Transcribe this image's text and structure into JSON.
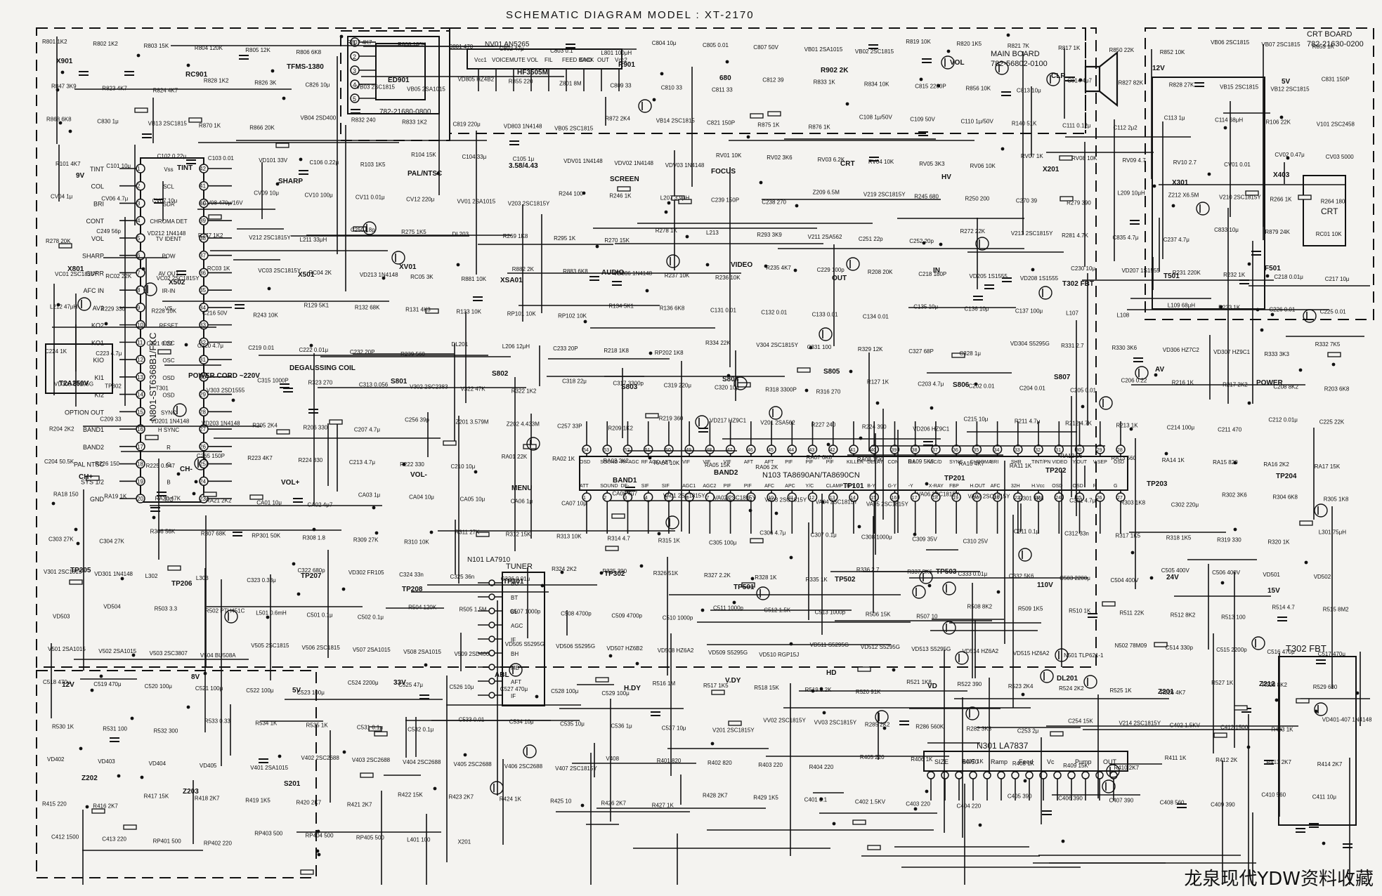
{
  "title": "SCHEMATIC DIAGRAM   MODEL : XT-2170",
  "watermark": "龙泉现代YDW资料收藏",
  "boards": {
    "main": {
      "name": "MAIN BOARD",
      "part": "782-56802-0100"
    },
    "crt": {
      "name": "CRT BOARD",
      "part": "782-21630-0200"
    },
    "remote": {
      "part": "782-21680-0800"
    }
  },
  "ics": {
    "micro": {
      "ref": "N801-ST6368B1/FKC",
      "left_pins": [
        "TINT",
        "COL",
        "BRI",
        "CONT",
        "VOL",
        "SHARP",
        "SURR",
        "AFC IN",
        "AV2",
        "KO2",
        "KO1",
        "KIO",
        "KI1",
        "KI2",
        "OPTION OUT",
        "BAND1",
        "BAND2",
        "PAL NTSC",
        "SYS 1/2",
        "GND"
      ],
      "left_nums": [
        "1",
        "2",
        "3",
        "4",
        "5",
        "6",
        "7",
        "8",
        "9",
        "10",
        "11",
        "12",
        "13",
        "14",
        "15",
        "16",
        "17",
        "18",
        "19",
        "20"
      ],
      "right_pins": [
        "Vss",
        "SCL",
        "SDA",
        "CHROMA DET",
        "TV IDENT",
        "POW",
        "AV OUT",
        "IR-IN",
        "VS",
        "RESET",
        "OSC",
        "OSC",
        "OSD",
        "OSD",
        "SYNC",
        "H SYNC",
        "R",
        "G",
        "B",
        "Y/C"
      ],
      "right_nums": [
        "42",
        "41",
        "40",
        "39",
        "38",
        "37",
        "36",
        "35",
        "34",
        "33",
        "32",
        "31",
        "30",
        "29",
        "28",
        "27",
        "26",
        "25",
        "24",
        "23"
      ]
    },
    "audio": {
      "ref": "NV01 AN5265",
      "pins": [
        "Vcc1",
        "VOICE",
        "MUTE",
        "VOL",
        "FIL",
        "FEED BACK",
        "GND",
        "OUT",
        "Vcc2"
      ]
    },
    "video": {
      "ref": "N103  TA8690AN/TA8690CN",
      "top_nums": [
        "54",
        "53",
        "52",
        "51",
        "50",
        "49",
        "48",
        "47",
        "46",
        "45",
        "44",
        "43",
        "42",
        "41",
        "40",
        "39",
        "38",
        "37",
        "36",
        "35",
        "34",
        "33",
        "32",
        "31",
        "30",
        "29",
        "28"
      ],
      "top_pins": [
        "OSD",
        "SOUND",
        "RF AGC",
        "RF AGC",
        "AFT",
        "VIF",
        "VIF",
        "VIF",
        "AFT",
        "AFT",
        "PIF",
        "PIF",
        "PIF",
        "KILLER",
        "DELAY",
        "CON",
        "D.L",
        "V/C/D",
        "SYNC",
        "CHROMA",
        "BRI",
        "SHR",
        "TINT/PN",
        "VIDEO",
        "Y.OUT",
        "V.SEP",
        "OSD"
      ],
      "bottom_nums": [
        "1",
        "2",
        "3",
        "4",
        "5",
        "6",
        "7",
        "8",
        "9",
        "10",
        "11",
        "12",
        "13",
        "14",
        "15",
        "16",
        "17",
        "18",
        "19",
        "20",
        "21",
        "22",
        "23",
        "24",
        "25",
        "26",
        "27"
      ],
      "bottom_pins": [
        "ATT",
        "SOUND",
        "DE-",
        "SIF",
        "SIF",
        "AGC1",
        "AGC2",
        "PIF",
        "PIF",
        "AFC",
        "APC",
        "Y/C",
        "CLAMP",
        "R-Y",
        "B-Y",
        "G-Y",
        "-Y",
        "X-RAY",
        "FBP",
        "H.OUT",
        "AFC",
        "32H",
        "H.Vcc",
        "OSD",
        "OSD",
        "R",
        "G"
      ]
    },
    "vertical": {
      "ref": "N301 LA7837",
      "pins": [
        "SIZE",
        "60/50",
        "Ramp",
        "Feed",
        "Vc",
        "Pump",
        "OUT"
      ]
    },
    "tuner": {
      "ref": "N101 LA7910",
      "name": "TUNER",
      "pins": [
        "BU",
        "BT",
        "BL",
        "AGC",
        "IF",
        "BH",
        "MB",
        "AFT",
        "IF"
      ]
    }
  },
  "labels": [
    "X901",
    "RC901",
    "TFMS-1380",
    "ED901",
    "HF3505M",
    "R901",
    "680",
    "R902 2K",
    "VOL",
    "CLR",
    "12V",
    "5V",
    "9V",
    "TINT",
    "SHARP",
    "PAL/NTSC",
    "3.58/4.43",
    "SCREEN",
    "FOCUS",
    "CRT",
    "HV",
    "X201",
    "X301",
    "X403",
    "X801",
    "X502",
    "X501",
    "XV01",
    "XSA01",
    "AUDIO",
    "VIDEO",
    "OUT",
    "IN",
    "T302 FBT",
    "T501",
    "F501",
    "T2A250V",
    "POWER CORD ~220V",
    "DEGAUSSING COIL",
    "S801",
    "S802",
    "S803",
    "S804",
    "S805",
    "S806",
    "S807",
    "AV",
    "POWER",
    "CH+",
    "CH-",
    "VOL+",
    "VOL-",
    "MENU",
    "BAND1",
    "BAND2",
    "TP101",
    "TP201",
    "TP202",
    "TP203",
    "TP204",
    "TP205",
    "TP206",
    "TP207",
    "TP208",
    "TP301",
    "TP302",
    "TP501",
    "TP502",
    "TP503",
    "110V",
    "24V",
    "15V",
    "12V",
    "8V",
    "5V",
    "33V",
    "ABL",
    "H.DY",
    "V.DY",
    "HD",
    "VD",
    "DL201",
    "Z201",
    "Z212",
    "Z202",
    "Z203",
    "S201"
  ],
  "components": [
    "R801 1K2",
    "R802 1K2",
    "R803 15K",
    "R804 120K",
    "R805 12K",
    "R806 6K8",
    "R807 4K7",
    "R808 180K",
    "C801 470",
    "C802 47μ",
    "C803 0.1",
    "L801 100μH",
    "C804 10μ",
    "C805 0.01",
    "C807 50V",
    "VB01 2SA1015",
    "VB02 2SC1815",
    "R819 10K",
    "R820 1K5",
    "R821 7K",
    "R817 1K",
    "R850 22K",
    "R852 10K",
    "VB06 2SC1815",
    "VB07 2SC1815",
    "R853 1K",
    "R847 3K9",
    "R823 4K7",
    "R824 4K7",
    "R828 1K2",
    "R826 3K",
    "C826 10μ",
    "VB03 2SC1815",
    "VB05 2SA1015",
    "VD805 HZ4B2",
    "R855 220",
    "Z801 8M",
    "C809 33",
    "C810 33",
    "C811 33",
    "C812 39",
    "R833 1K",
    "R834 10K",
    "C815 2200P",
    "R856 10K",
    "C813 10μ",
    "C814 4μ7",
    "R827 82K",
    "R828 27K",
    "VB15 2SC1815",
    "VB12 2SC1815",
    "C831 150P",
    "R868 6K8",
    "C830 1μ",
    "VB13 2SC1815",
    "R870 1K",
    "R866 20K",
    "VB04 2SD400",
    "R832 240",
    "R833 1K2",
    "C819 220μ",
    "VD803 1N4148",
    "VB05 2SC1815",
    "R872 2K4",
    "VB14 2SC1815",
    "C821 150P",
    "R875 1K",
    "R876 1K",
    "C108 1μ/50V",
    "C109 50V",
    "C110 1μ/50V",
    "R140 51K",
    "C111 0.12μ",
    "C112 2μ2",
    "C113 1μ",
    "C114 68μH",
    "R106 22K",
    "V101 2SC2458",
    "R101 4K7",
    "C101 10μ",
    "C102 0.22μ",
    "C103 0.01",
    "VD101 33V",
    "C106 0.22μ",
    "R103 1K5",
    "R104 15K",
    "C104 33μ",
    "C105 1μ",
    "VDV01 1N4148",
    "VDV02 1N4148",
    "VDV03 1N4148",
    "RV01 10K",
    "RV02 3K6",
    "RV03 6.2K",
    "RV04 10K",
    "RV05 3K3",
    "RV06 10K",
    "RV07 1K",
    "RV08 10K",
    "RV09 4.7",
    "RV10 2.7",
    "CV01 0.01",
    "CV02 0.47μ",
    "CV03 5000",
    "CV04 1μ",
    "CV06 4.7μ",
    "CV07 10μ",
    "CV08 470μ/16V",
    "CV09 10μ",
    "CV10 100μ",
    "CV11 0.01μ",
    "CV12 220μ",
    "VV01 2SA1015",
    "V203 2SC1815Y",
    "R244 100",
    "R246 1K",
    "L207 3.9μH",
    "C239 150P",
    "C238 270",
    "Z209 6.5M",
    "V219 2SC1815Y",
    "R245 680",
    "R250 200",
    "C270 39",
    "R279 390",
    "L209 10μH",
    "Z212 X6.5M",
    "V210 2SC1815Y",
    "R266 1K",
    "R264 180",
    "R278 20K",
    "C249 56p",
    "VD212 1N4148",
    "R277 1K2",
    "V212 2SC1815Y",
    "L211 33μH",
    "C250 18p",
    "R275 1K5",
    "DL203",
    "R269 1K8",
    "R295 1K",
    "R270 15K",
    "R278 1K",
    "L213",
    "R293 3K9",
    "V211 2SA562",
    "C251 22p",
    "C252 20p",
    "R272 22K",
    "V213 2SC1815Y",
    "R281 4.7K",
    "C835 4.7μ",
    "C237 4.7μ",
    "C833 10μ",
    "R879 24K",
    "RC01 10K",
    "VC01 2SC1815Y",
    "RC02 22K",
    "VC02 2SC1815Y",
    "RC03 1K",
    "VC03 2SC1815Y",
    "RC04 2K",
    "VD213 1N4148",
    "RC05 3K",
    "R881 10K",
    "R882 2K",
    "R883 6K8",
    "VD806 1N4148",
    "R237 10K",
    "R236 10K",
    "R235 4K7",
    "C229 100p",
    "R208 20K",
    "C218 180P",
    "VD205 1S1555",
    "VD208 1S1555",
    "C230 10μ",
    "VD207 1S1555",
    "R231 220K",
    "R232 1K",
    "C218 0.01μ",
    "C217 10μ",
    "L212 47μH",
    "R229 330",
    "R228 10K",
    "C216 50V",
    "R243 10K",
    "R129 5K1",
    "R132 68K",
    "R131 4K3",
    "R133 10K",
    "RP101 10K",
    "RP102 10K",
    "R134 5K1",
    "R136 6K8",
    "C131 0.01",
    "C132 0.01",
    "C133 0.01",
    "C134 0.01",
    "C135 10μ",
    "C136 10μ",
    "C137 100μ",
    "L107",
    "L108",
    "L109 68μH",
    "R233 1K",
    "C226 0.01",
    "C225 0.01",
    "C224 1K",
    "C223 4.7μ",
    "C221 0.22",
    "C220 4.7μ",
    "C219 0.01",
    "C222 0.01μ",
    "C232 20P",
    "R239 560",
    "DL201",
    "L206 12μH",
    "C233 20P",
    "R218 1K8",
    "RP202 1K8",
    "R334 22K",
    "V304 2SC1815Y",
    "C331 100",
    "R329 12K",
    "C327 68P",
    "C328 1μ",
    "VD304 S5295G",
    "R331 2.7",
    "R330 3K6",
    "VD306 HZ7C2",
    "VD307 HZ9C1",
    "R333 3K3",
    "R332 7K5",
    "VD305 S5295G",
    "TP302",
    "T301",
    "V303 2SD1555",
    "C315 1000P",
    "R323 270",
    "C313 0.056",
    "V302 2SC2383",
    "V322 47K",
    "R322 1K2",
    "C318 22μ",
    "C317 3300p",
    "C319 220μ",
    "C320 10μ",
    "R318 3300P",
    "R316 270",
    "R127 1K",
    "C203 4.7μ",
    "C202 0.01",
    "C204 0.01",
    "C205 0.01",
    "C206 0.22",
    "R216 1K",
    "R217 2K2",
    "C208 8K2",
    "R203 6K8",
    "R204 2K2",
    "C209 33",
    "VD201 1N4148",
    "VD203 1N4148",
    "R205 2K4",
    "R206 330",
    "C207 4.7μ",
    "C256 39p",
    "Z201 3.579M",
    "Z202 4.433M",
    "C257 33P",
    "R209 1K2",
    "R219 360",
    "VD217 HZ9C1",
    "V201 2SA562",
    "R227 240",
    "R224 390",
    "VD206 HZ9C1",
    "C215 10μ",
    "R211 4.7μ",
    "R212 4.7K",
    "R213 1K",
    "C214 100μ",
    "C211 470",
    "C212 0.01μ",
    "C225 22K",
    "C204 50.5K",
    "R226 150",
    "R225 0.047",
    "C265 150P",
    "R223 4K7",
    "R224 330",
    "C213 4.7μ",
    "R222 330",
    "C210 10μ",
    "RA01 22K",
    "RA02 1K",
    "RA03 2K2",
    "RA04 10K",
    "RA05 15K",
    "RA06 2K",
    "RA07 6K8",
    "RA08 15K",
    "RA09 5K6",
    "RA10 4K7",
    "RA11 1K",
    "RA12 56",
    "RA13 560",
    "RA14 1K",
    "RA15 820",
    "RA16 2K2",
    "RA17 15K",
    "RA18 150",
    "RA19 1K",
    "RA20 47K",
    "RA21 2K2",
    "CA01 10μ",
    "CA02 4μ7",
    "CA03 1μ",
    "CA04 10μ",
    "CA05 10μ",
    "CA06 1μ",
    "CA07 10μ",
    "CA08 4μ7",
    "VA01 2SC1815Y",
    "VA02 2SC1815Y",
    "VA03 2SC1815Y",
    "VA04 2SC1815Y",
    "VA05 2SC1815Y",
    "VA06 2SC1815Y",
    "VA07 2SC1815Y",
    "R301 1K8",
    "C301 4.7μ",
    "R303 1K8",
    "C302 220μ",
    "R302 3K6",
    "R304 6K8",
    "R305 1K8",
    "C303 27K",
    "C304 27K",
    "R306 56K",
    "R307 68K",
    "RP301 50K",
    "R308 1.8",
    "R309 27K",
    "R310 10K",
    "R311 27K",
    "R312 15K",
    "R313 10K",
    "R314 4.7",
    "R315 1K",
    "C305 100μ",
    "C306 4.7μ",
    "C307 0.1μ",
    "C308 1000μ",
    "C309 35V",
    "C310 25V",
    "C311 0.1μ",
    "C312 33n",
    "R317 1K5",
    "R318 1K5",
    "R319 330",
    "R320 1K",
    "L301 75μH",
    "V301 2SC1815Y",
    "VD301 1N4148",
    "L302",
    "L303",
    "C323 0.33μ",
    "C322 680p",
    "VD302 FR105",
    "C324 33n",
    "C325 36n",
    "C326 0.01μ",
    "R324 2K2",
    "R325 390",
    "R326 51K",
    "R327 2.2K",
    "R328 1K",
    "R335 1K",
    "R336 2.7",
    "R337 5K6",
    "C333 0.01μ",
    "C332 5K6",
    "C503 2200μ",
    "C504 400V",
    "C505 400V",
    "C506 400V",
    "VD501",
    "VD502",
    "VD503",
    "VD504",
    "R503 3.3",
    "R502 PTH451C",
    "L501 0.6mH",
    "C501 0.1μ",
    "C502 0.1μ",
    "R504 120K",
    "R505 1.5M",
    "C507 1000p",
    "C508 4700p",
    "C509 4700p",
    "C510 1000p",
    "C511 1000p",
    "C512 1.5K",
    "C513 1000p",
    "R506 15K",
    "R507 10",
    "R508 8K2",
    "R509 1K5",
    "R510 1K",
    "R511 22K",
    "R512 8K2",
    "R513 100",
    "R514 4.7",
    "R515 8M2",
    "V501 2SA1015",
    "V502 2SA1015",
    "V503 2SC3807",
    "V504 BU508A",
    "V505 2SC1815",
    "V506 2SC1815",
    "V507 2SA1015",
    "V508 2SA1015",
    "V509 2SD400",
    "VD505 S5295G",
    "VD506 S5295G",
    "VD507 HZ6B2",
    "VD508 HZ6A2",
    "VD509 S5295G",
    "VD510 RGP15J",
    "VD511 S5295G",
    "VD512 S5295G",
    "VD513 S5295G",
    "VD514 HZ6A2",
    "VD515 HZ6A2",
    "N501 TLP621-1",
    "N502 78M09",
    "C514 330p",
    "C515 2200p",
    "C516 470μ",
    "C517 470μ",
    "C518 470μ",
    "C519 470μ",
    "C520 100μ",
    "C521 100μ",
    "C522 100μ",
    "C523 100μ",
    "C524 2200μ",
    "C525 47μ",
    "C526 10μ",
    "C527 470μ",
    "C528 100μ",
    "C529 100μ",
    "R516 1M",
    "R517 1K5",
    "R518 15K",
    "R519 8.2K",
    "R520 91K",
    "R521 1K8",
    "R522 390",
    "R523 2K4",
    "R524 2K2",
    "R525 1K",
    "R526 4K7",
    "R527 1K",
    "R528 8K2",
    "R529 680",
    "R530 1K",
    "R531 100",
    "R532 300",
    "R533 0.33",
    "R534 1K",
    "R535 1K",
    "C531 0.1μ",
    "C532 0.1μ",
    "C533 0.01",
    "C534 10μ",
    "C535 10μ",
    "C536 1μ",
    "C537 10μ",
    "V201 2SC1815Y",
    "VV02 2SC1815Y",
    "VV03 2SC1815Y",
    "R285 2K2",
    "R286 560K",
    "R282 3K3",
    "C253 2μ",
    "C254 15K",
    "V214 2SC1815Y",
    "C402 1.5KV",
    "C412 1500",
    "R433 1K",
    "VD401-407 1N4148",
    "VD402",
    "VD403",
    "VD404",
    "VD405",
    "V401 2SA1015",
    "V402 2SC2688",
    "V403 2SC2688",
    "V404 2SC2688",
    "V405 2SC2688",
    "V406 2SC2688",
    "V407 2SC1815Y",
    "V408",
    "R401 820",
    "R402 820",
    "R403 220",
    "R404 220",
    "R405 220",
    "R406 1K",
    "R407 1K",
    "R408 1K",
    "R409 15K",
    "R410 2K7",
    "R411 1K",
    "R412 2K",
    "R413 2K7",
    "R414 2K7",
    "R415 220",
    "R416 2K7",
    "R417 15K",
    "R418 2K7",
    "R419 1K5",
    "R420 2K7",
    "R421 2K7",
    "R422 15K",
    "R423 2K7",
    "R424 1K",
    "R425 10",
    "R426 2K7",
    "R427 1K",
    "R428 2K7",
    "R429 1K5",
    "C401 0.1",
    "C402 1.5KV",
    "C403 220",
    "C404 220",
    "C405 390",
    "C406 390",
    "C407 390",
    "C408 560",
    "C409 390",
    "C410 560",
    "C411 10μ",
    "C412 1500",
    "C413 220",
    "RP401 500",
    "RP402 220",
    "RP403 500",
    "RP404 500",
    "RP405 500",
    "L401 100",
    "X201"
  ]
}
